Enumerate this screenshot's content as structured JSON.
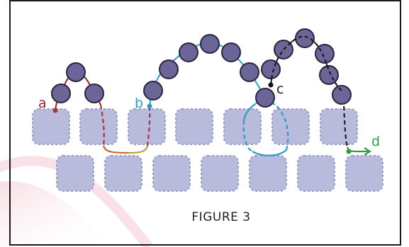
{
  "figure": {
    "caption": "FIGURE 3"
  },
  "labels": {
    "a": "a",
    "b": "b",
    "c": "c",
    "d": "d"
  },
  "colors": {
    "bead_large": "#6b6598",
    "bead_outline": "#2a2440",
    "cube": "#b9bbdc",
    "cube_outline": "#9a9cc6",
    "thread_a": "#8b2430",
    "thread_b": "#2f9ac2",
    "thread_c": "#222222",
    "thread_d": "#2e9a48",
    "frame": "#1a1a1a"
  }
}
